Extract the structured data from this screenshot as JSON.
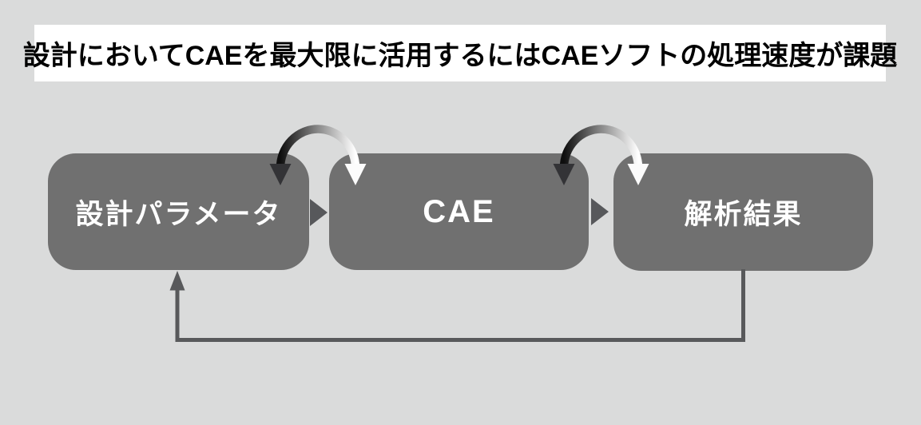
{
  "header": {
    "title": "設計においてCAEを最大限に活用するにはCAEソフトの処理速度が課題"
  },
  "diagram": {
    "nodes": [
      {
        "id": "design-parameters",
        "label": "設計パラメータ"
      },
      {
        "id": "cae",
        "label": "CAE"
      },
      {
        "id": "analysis-results",
        "label": "解析結果"
      }
    ],
    "connections": [
      {
        "from": "design-parameters",
        "to": "cae",
        "type": "flow-arrow"
      },
      {
        "from": "cae",
        "to": "analysis-results",
        "type": "flow-arrow"
      },
      {
        "between": [
          "design-parameters",
          "cae"
        ],
        "type": "iteration-loop-arrow"
      },
      {
        "between": [
          "cae",
          "analysis-results"
        ],
        "type": "iteration-loop-arrow"
      },
      {
        "from": "analysis-results",
        "to": "design-parameters",
        "type": "feedback-arrow"
      }
    ],
    "colors": {
      "background": "#dadbdb",
      "banner": "#ffffff",
      "title_text": "#000000",
      "node_fill": "#707070",
      "node_text": "#ffffff",
      "arrow": "#58595b",
      "loop_gradient_start": "#0e0e0e",
      "loop_gradient_end": "#ffffff"
    }
  }
}
